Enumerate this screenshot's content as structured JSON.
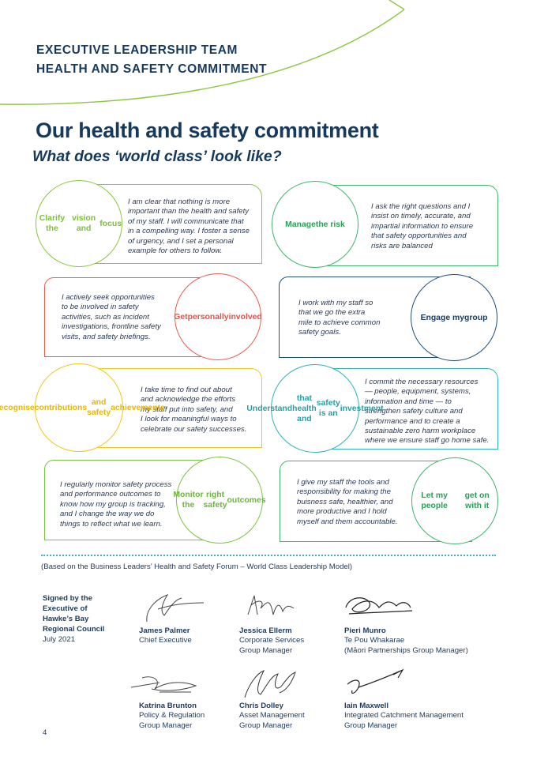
{
  "header": {
    "line1": "EXECUTIVE LEADERSHIP TEAM",
    "line2": "HEALTH AND SAFETY COMMITMENT"
  },
  "title": "Our health and safety commitment",
  "subtitle": "What does ‘world class’ look like?",
  "items": [
    {
      "label": [
        "Clarify the",
        "vision and",
        "focus"
      ],
      "text": [
        "I am clear that nothing is more",
        "important than the health and safety",
        "of my staff. I will communicate that",
        "in a compelling way. I foster a sense",
        "of urgency, and I set a personal",
        "example for others to follow."
      ],
      "color": "#8cc63f"
    },
    {
      "label": [
        "Manage",
        "the risk"
      ],
      "text": [
        "I ask the right questions and I",
        "insist on timely, accurate, and",
        "impartial information to ensure",
        "that safety opportunities and",
        "risks are balanced"
      ],
      "color": "#3db66a"
    },
    {
      "label": [
        "Get",
        "personally",
        "involved"
      ],
      "text": [
        "I actively seek opportunities",
        "to be involved in safety",
        "activities, such as incident",
        "investigations, frontline safety",
        "visits, and safety briefings."
      ],
      "color": "#ef5a4f"
    },
    {
      "label": [
        "Engage my",
        "group"
      ],
      "text": [
        "I work with my staff so",
        "that we go the extra",
        "mile to achieve common",
        "safety goals."
      ],
      "color": "#1f4e79"
    },
    {
      "label": [
        "Recognise",
        "contributions",
        "and safety",
        "achievements"
      ],
      "text": [
        "I take time to find out about",
        "and acknowledge the efforts",
        "my staff put into safety, and",
        "I look for meaningful ways to",
        "celebrate our safety successes."
      ],
      "color": "#f2c81d"
    },
    {
      "label": [
        "Understand",
        "that health and",
        "safety is an",
        "investment"
      ],
      "text": [
        "I commit the necessary resources",
        "— people, equipment, systems,",
        "information and time — to",
        "strengthen safety culture and",
        "performance and to create a",
        "sustainable zero harm workplace",
        "where we ensure staff go home safe."
      ],
      "color": "#2fb4b9"
    },
    {
      "label": [
        "Monitor the",
        "right safety",
        "outcomes"
      ],
      "text": [
        "I regularly monitor safety process",
        "and performance outcomes to",
        "know how my group is tracking,",
        "and I change the way we do",
        "things to reflect what we learn."
      ],
      "color": "#7cc242"
    },
    {
      "label": [
        "Let my people",
        "get on with it"
      ],
      "text": [
        "I give my staff the tools and",
        "responsibility for making the",
        "buisness safe, healthier, and",
        "more productive and I hold",
        "myself and them accountable."
      ],
      "color": "#3db66a"
    }
  ],
  "colors": {
    "navy": "#16395e",
    "teal": "#3cb7c0"
  },
  "source": "(Based on the Business Leaders’ Health and Safety Forum – World Class Leadership Model)",
  "signed": {
    "line1": "Signed by the",
    "line2": "Executive of",
    "line3": "Hawke’s Bay",
    "line4": "Regional Council",
    "date": "July 2021"
  },
  "signatories": [
    {
      "name": "James Palmer",
      "role1": "Chief Executive",
      "role2": ""
    },
    {
      "name": "Jessica Ellerm",
      "role1": "Corporate Services",
      "role2": "Group Manager"
    },
    {
      "name": "Pieri Munro",
      "role1": "Te Pou Whakarae",
      "role2": "(Māori Partnerships Group Manager)"
    },
    {
      "name": "Katrina Brunton",
      "role1": "Policy & Regulation",
      "role2": "Group Manager"
    },
    {
      "name": "Chris Dolley",
      "role1": "Asset Management",
      "role2": "Group Manager"
    },
    {
      "name": "Iain Maxwell",
      "role1": "Integrated Catchment Management",
      "role2": "Group Manager"
    }
  ],
  "page_number": "4"
}
